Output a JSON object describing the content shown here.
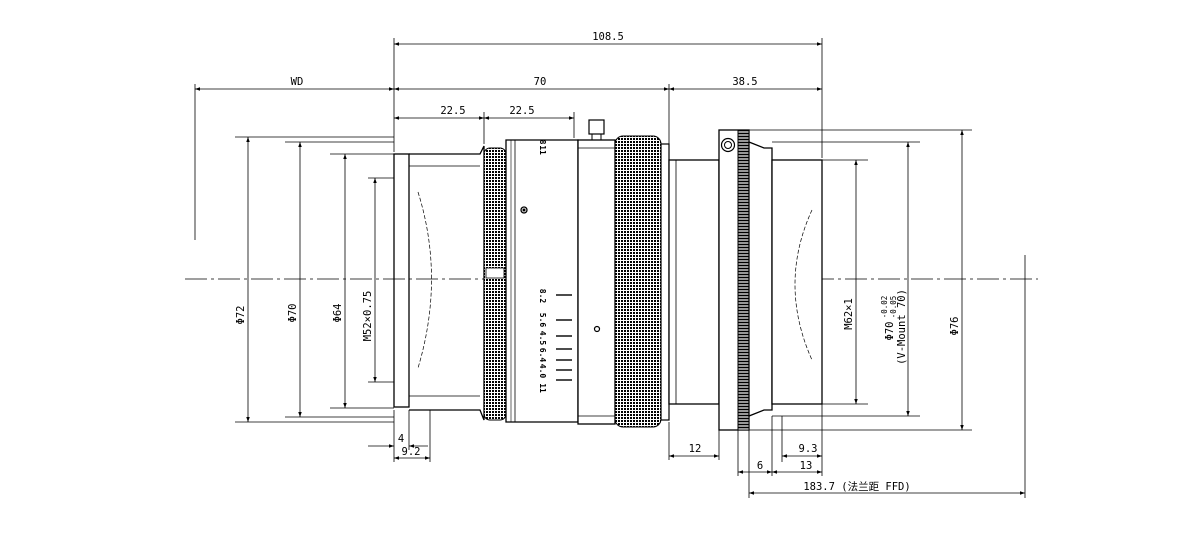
{
  "drawing": {
    "dims_top": {
      "overall": "108.5",
      "wd": "WD",
      "body": "70",
      "mount_len": "38.5",
      "front_a": "22.5",
      "front_b": "22.5"
    },
    "dims_left": {
      "d72": "Φ72",
      "d70": "Φ70",
      "d64": "Φ64",
      "thread": "M52×0.75"
    },
    "dims_right": {
      "thread": "M62×1",
      "d70": "Φ70",
      "tol_upper": "-0.02",
      "tol_lower": "-0.05",
      "mount_note": "(V-Mount 70)",
      "d76": "Φ76"
    },
    "dims_bottom": {
      "d4": "4",
      "d92": "9.2",
      "d12": "12",
      "d93": "9.3",
      "d6": "6",
      "d13": "13",
      "ffd": "183.7 (法兰距 FFD)"
    },
    "scale": {
      "focus_marks": [
        "8.2",
        "5.6",
        "4.5",
        "6.4",
        "4.0",
        "11"
      ],
      "top_marks": [
        "11",
        "8"
      ]
    }
  }
}
